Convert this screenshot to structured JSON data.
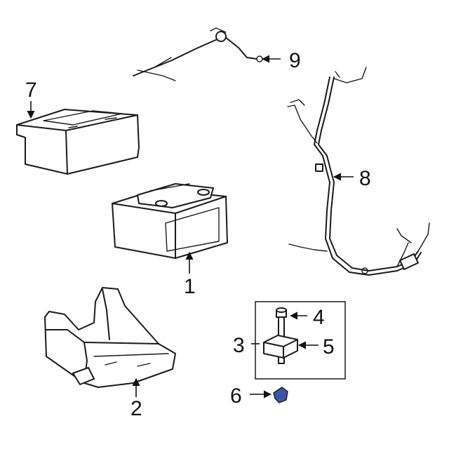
{
  "callouts": [
    {
      "number": "1",
      "part": "battery"
    },
    {
      "number": "2",
      "part": "battery-tray"
    },
    {
      "number": "3",
      "part": "hold-down-assembly"
    },
    {
      "number": "4",
      "part": "hold-down-bolt"
    },
    {
      "number": "5",
      "part": "hold-down-clamp"
    },
    {
      "number": "6",
      "part": "clip"
    },
    {
      "number": "7",
      "part": "battery-cover"
    },
    {
      "number": "8",
      "part": "positive-cable"
    },
    {
      "number": "9",
      "part": "negative-cable"
    }
  ],
  "colors": {
    "line": "#1a1a1a",
    "clip_fill": "#3d55a8",
    "background": "#ffffff"
  }
}
